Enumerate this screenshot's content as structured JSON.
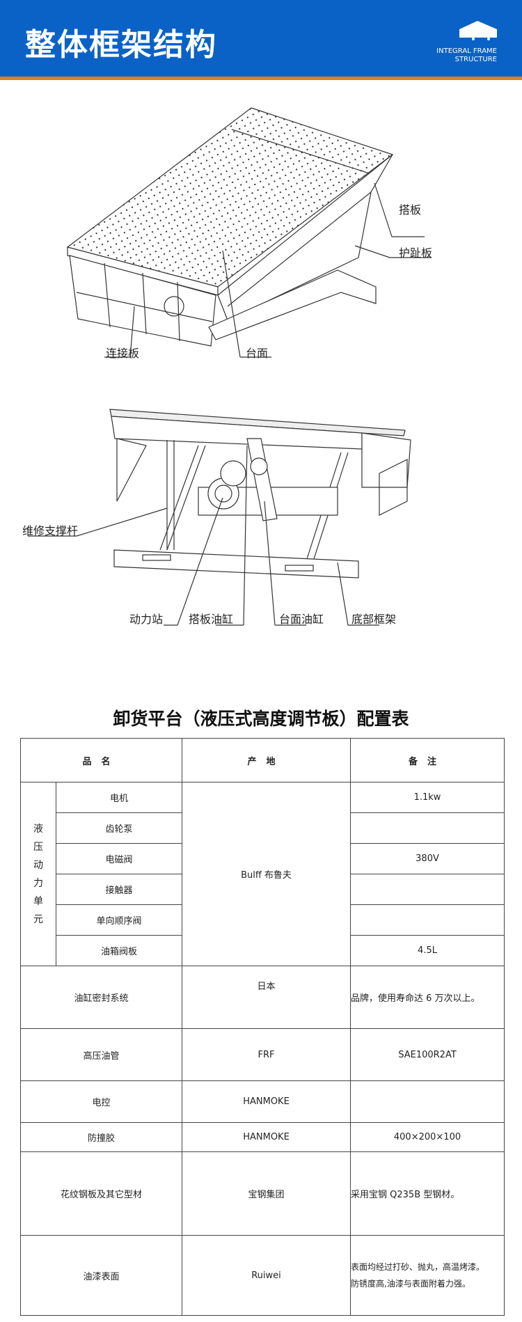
{
  "header": {
    "title": "整体框架结构",
    "logo_icon": "dock-leveler-icon",
    "subtitle_line1": "INTEGRAL FRAME",
    "subtitle_line2": "STRUCTURE",
    "colors": {
      "bar": "#0a62c6",
      "stripe": "#e07f22"
    }
  },
  "diagram1": {
    "labels": {
      "lip": "搭板",
      "toe_guard": "护趾板",
      "connector": "连接板",
      "deck": "台面"
    }
  },
  "diagram2": {
    "labels": {
      "support": "维修支撑杆",
      "power_unit": "动力站",
      "lip_cylinder": "搭板油缸",
      "deck_cylinder": "台面油缸",
      "base_frame": "底部框架"
    }
  },
  "table": {
    "title": "卸货平台（液压式高度调节板）配置表",
    "headers": [
      "品名",
      "产地",
      "备注"
    ],
    "group_label": "液压动力单元",
    "group_origin": "Bulff 布鲁夫",
    "group_rows": [
      {
        "name": "电机",
        "note": "1.1kw"
      },
      {
        "name": "齿轮泵",
        "note": ""
      },
      {
        "name": "电磁阀",
        "note": "380V"
      },
      {
        "name": "接触器",
        "note": ""
      },
      {
        "name": "单向顺序阀",
        "note": ""
      },
      {
        "name": "油箱阀板",
        "note": "4.5L"
      }
    ],
    "rows": [
      {
        "name": "油缸密封系统",
        "origin": "日本",
        "note": "品牌，使用寿命达 6 万次以上。"
      },
      {
        "name": "高压油管",
        "origin": "FRF",
        "note": "SAE100R2AT"
      },
      {
        "name": "电控",
        "origin": "HANMOKE",
        "note": ""
      },
      {
        "name": "防撞胶",
        "origin": "HANMOKE",
        "note": "400×200×100"
      },
      {
        "name": "花纹钢板及其它型材",
        "origin": "宝钢集团",
        "note": "采用宝钢 Q235B 型钢材。"
      },
      {
        "name": "油漆表面",
        "origin": "Ruiwei",
        "note": "表面均经过打砂、抛丸，高温烤漆。",
        "note2": "防锈度高,油漆与表面附着力强。"
      }
    ]
  }
}
